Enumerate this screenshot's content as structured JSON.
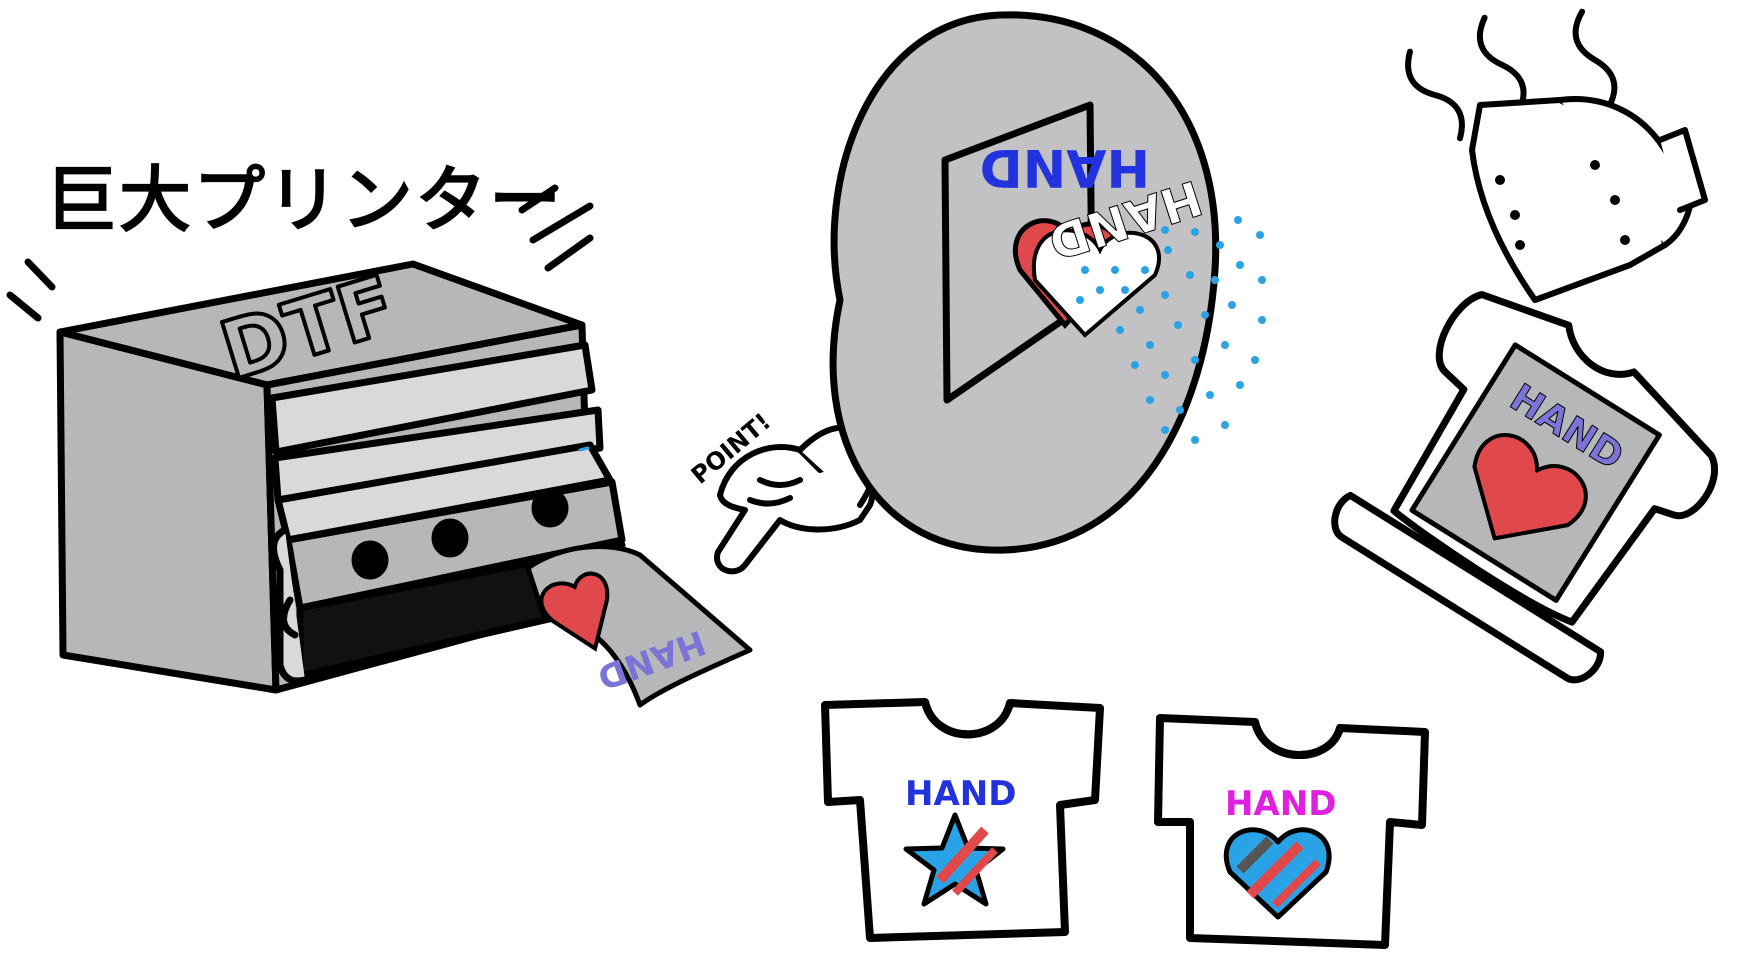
{
  "title": {
    "text": "巨大プリンター"
  },
  "printer": {
    "label": "DTF"
  },
  "printed_film": {
    "text": "HAND"
  },
  "pointer": {
    "text": "POINT!"
  },
  "transfer": {
    "text_front": "HAND",
    "text_back": "HAND"
  },
  "shirt_blue": {
    "text": "HAND"
  },
  "shirt_pink": {
    "text": "HAND"
  },
  "shirt_pressed": {
    "text": "HAND"
  },
  "colors": {
    "outline": "#000000",
    "printer_gray": "#b7b7b9",
    "printer_light": "#d9d9db",
    "bubble_gray": "#c2c2c4",
    "heart_red": "#e0484c",
    "hand_blue": "#2233dd",
    "hand_purple": "#7b74d6",
    "hand_pink": "#e020e0",
    "dot_blue": "#2aa3e6"
  }
}
